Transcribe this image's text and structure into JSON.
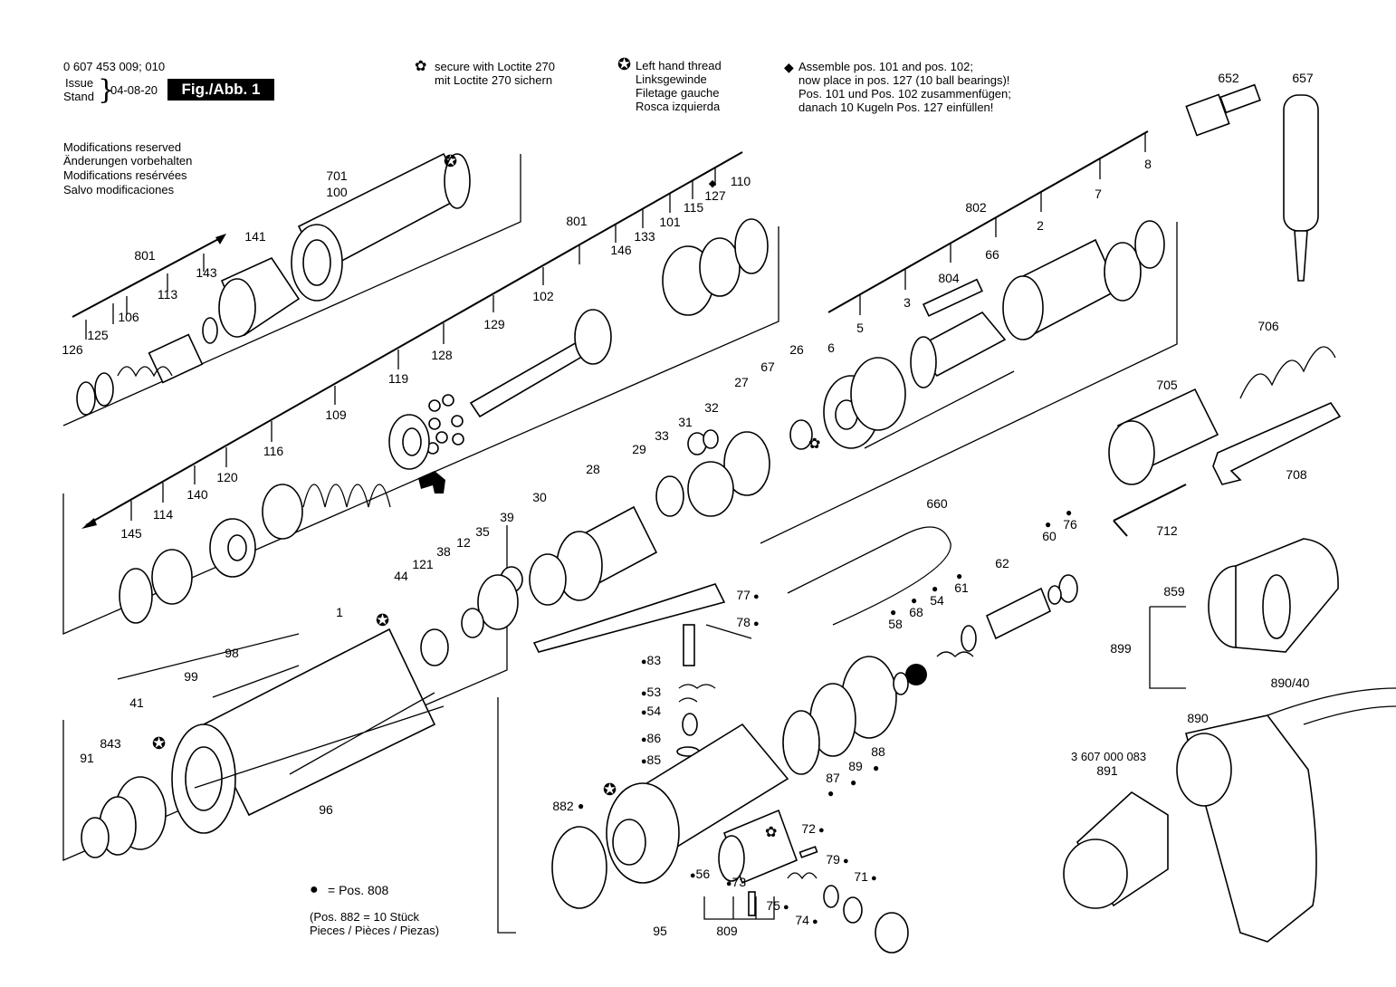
{
  "header": {
    "doc_number": "0 607 453 009; 010",
    "issue_label": "Issue",
    "stand_label": "Stand",
    "issue_date": "04-08-20",
    "fig_label": "Fig./Abb. 1"
  },
  "notes": {
    "loctite": [
      "secure with Loctite 270",
      "mit Loctite 270 sichern"
    ],
    "left_thread": [
      "Left hand thread",
      "Linksgewinde",
      "Filetage gauche",
      "Rosca izquierda"
    ],
    "assemble": [
      "Assemble pos. 101 and pos. 102;",
      "now place in pos. 127 (10 ball bearings)!",
      "Pos. 101 und Pos. 102 zusammenfügen;",
      "danach 10 Kugeln Pos. 127 einfüllen!"
    ],
    "modifications": [
      "Modifications reserved",
      "Änderungen vorbehalten",
      "Modifications resérvées",
      "Salvo modificaciones"
    ]
  },
  "legend": {
    "pos808": "= Pos. 808",
    "pieces_line1": "(Pos. 882 = 10 Stück",
    "pieces_line2": " Pieces / Pièces / Piezas)"
  },
  "accessory_code": "3 607 000 083",
  "parts": [
    {
      "id": "p701",
      "label": "701"
    },
    {
      "id": "p100",
      "label": "100"
    },
    {
      "id": "p141",
      "label": "141"
    },
    {
      "id": "p801a",
      "label": "801"
    },
    {
      "id": "p143",
      "label": "143"
    },
    {
      "id": "p113",
      "label": "113"
    },
    {
      "id": "p106",
      "label": "106"
    },
    {
      "id": "p125",
      "label": "125"
    },
    {
      "id": "p126",
      "label": "126"
    },
    {
      "id": "p801b",
      "label": "801"
    },
    {
      "id": "p146",
      "label": "146"
    },
    {
      "id": "p133",
      "label": "133"
    },
    {
      "id": "p101",
      "label": "101"
    },
    {
      "id": "p115",
      "label": "115"
    },
    {
      "id": "p127",
      "label": "127"
    },
    {
      "id": "p110",
      "label": "110"
    },
    {
      "id": "p102",
      "label": "102"
    },
    {
      "id": "p129",
      "label": "129"
    },
    {
      "id": "p128",
      "label": "128"
    },
    {
      "id": "p119",
      "label": "119"
    },
    {
      "id": "p109",
      "label": "109"
    },
    {
      "id": "p116",
      "label": "116"
    },
    {
      "id": "p120",
      "label": "120"
    },
    {
      "id": "p140",
      "label": "140"
    },
    {
      "id": "p114",
      "label": "114"
    },
    {
      "id": "p145",
      "label": "145"
    },
    {
      "id": "p802",
      "label": "802"
    },
    {
      "id": "p804",
      "label": "804"
    },
    {
      "id": "p66",
      "label": "66"
    },
    {
      "id": "p2",
      "label": "2"
    },
    {
      "id": "p7",
      "label": "7"
    },
    {
      "id": "p8",
      "label": "8"
    },
    {
      "id": "p3",
      "label": "3"
    },
    {
      "id": "p5",
      "label": "5"
    },
    {
      "id": "p6",
      "label": "6"
    },
    {
      "id": "p652",
      "label": "652"
    },
    {
      "id": "p657",
      "label": "657"
    },
    {
      "id": "p706",
      "label": "706"
    },
    {
      "id": "p705",
      "label": "705"
    },
    {
      "id": "p708",
      "label": "708"
    },
    {
      "id": "p712",
      "label": "712"
    },
    {
      "id": "p26",
      "label": "26"
    },
    {
      "id": "p67",
      "label": "67"
    },
    {
      "id": "p27",
      "label": "27"
    },
    {
      "id": "p32",
      "label": "32"
    },
    {
      "id": "p31",
      "label": "31"
    },
    {
      "id": "p33",
      "label": "33"
    },
    {
      "id": "p29",
      "label": "29"
    },
    {
      "id": "p28",
      "label": "28"
    },
    {
      "id": "p30",
      "label": "30"
    },
    {
      "id": "p39",
      "label": "39"
    },
    {
      "id": "p35",
      "label": "35"
    },
    {
      "id": "p12",
      "label": "12"
    },
    {
      "id": "p38",
      "label": "38"
    },
    {
      "id": "p121",
      "label": "121"
    },
    {
      "id": "p44",
      "label": "44"
    },
    {
      "id": "p1",
      "label": "1"
    },
    {
      "id": "p98",
      "label": "98"
    },
    {
      "id": "p99",
      "label": "99"
    },
    {
      "id": "p41",
      "label": "41"
    },
    {
      "id": "p843",
      "label": "843"
    },
    {
      "id": "p91",
      "label": "91"
    },
    {
      "id": "p96",
      "label": "96"
    },
    {
      "id": "p660",
      "label": "660"
    },
    {
      "id": "p77",
      "label": "77"
    },
    {
      "id": "p78",
      "label": "78"
    },
    {
      "id": "p83",
      "label": "83"
    },
    {
      "id": "p53",
      "label": "53"
    },
    {
      "id": "p54a",
      "label": "54"
    },
    {
      "id": "p86",
      "label": "86"
    },
    {
      "id": "p85",
      "label": "85"
    },
    {
      "id": "p58",
      "label": "58"
    },
    {
      "id": "p68",
      "label": "68"
    },
    {
      "id": "p54b",
      "label": "54"
    },
    {
      "id": "p61",
      "label": "61"
    },
    {
      "id": "p62",
      "label": "62"
    },
    {
      "id": "p60",
      "label": "60"
    },
    {
      "id": "p76",
      "label": "76"
    },
    {
      "id": "p87",
      "label": "87"
    },
    {
      "id": "p89",
      "label": "89"
    },
    {
      "id": "p88",
      "label": "88"
    },
    {
      "id": "p859",
      "label": "859"
    },
    {
      "id": "p899",
      "label": "899"
    },
    {
      "id": "p890_40",
      "label": "890/40"
    },
    {
      "id": "p890",
      "label": "890"
    },
    {
      "id": "p891",
      "label": "891"
    },
    {
      "id": "p882",
      "label": "882"
    },
    {
      "id": "p72",
      "label": "72"
    },
    {
      "id": "p79",
      "label": "79"
    },
    {
      "id": "p71",
      "label": "71"
    },
    {
      "id": "p56",
      "label": "56"
    },
    {
      "id": "p73",
      "label": "73"
    },
    {
      "id": "p75",
      "label": "75"
    },
    {
      "id": "p74",
      "label": "74"
    },
    {
      "id": "p809",
      "label": "809"
    },
    {
      "id": "p95",
      "label": "95"
    }
  ]
}
